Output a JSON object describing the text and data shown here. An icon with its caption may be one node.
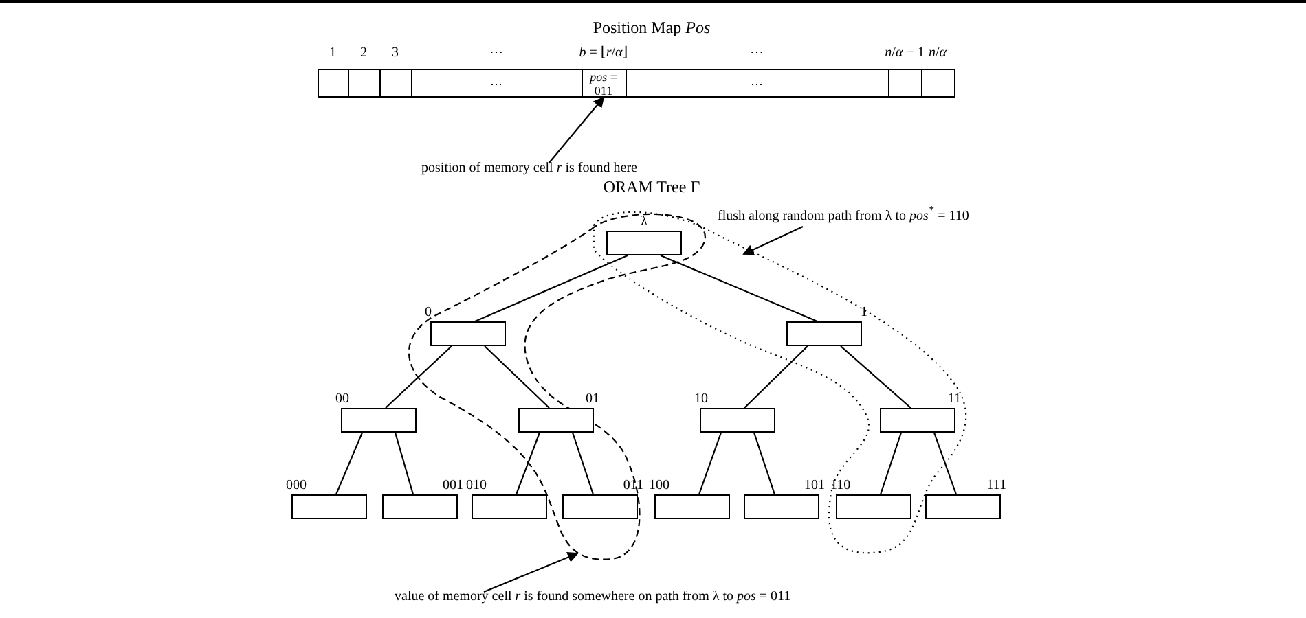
{
  "diagram": {
    "nodes": [
      {
        "text": [
          "1"
        ]
      },
      {
        "text": [
          "2"
        ]
      },
      {
        "text": [
          "3"
        ]
      },
      {
        "text": [
          "⋯",
          "⋯"
        ]
      },
      {
        "text": [
          "*b* = ⌊*r*/*α*⌋",
          "*pos* = 011"
        ]
      },
      {
        "text": [
          "⋯",
          "⋯"
        ]
      },
      {
        "text": [
          "*n*/*α* − 1"
        ]
      },
      {
        "text": [
          "*n*/*α*"
        ]
      },
      {
        "text": [
          "position of memory cell *r* is found here"
        ]
      },
      {
        "text": [
          "λ"
        ]
      },
      {
        "text": [
          "0"
        ]
      },
      {
        "text": [
          "1"
        ]
      },
      {
        "text": [
          "00"
        ]
      },
      {
        "text": [
          "01"
        ]
      },
      {
        "text": [
          "10"
        ]
      },
      {
        "text": [
          "11"
        ]
      },
      {
        "text": [
          "000"
        ]
      },
      {
        "text": [
          "001"
        ]
      },
      {
        "text": [
          "010"
        ]
      },
      {
        "text": [
          "011"
        ]
      },
      {
        "text": [
          "100"
        ]
      },
      {
        "text": [
          "101"
        ]
      },
      {
        "text": [
          "110"
        ]
      },
      {
        "text": [
          "111"
        ]
      },
      {
        "text": [
          "flush along random path from λ to *pos*$^{*}$ = 110"
        ]
      },
      {
        "text": [
          "value of memory cell *r* is found somewhere on path from λ to *pos* = 011"
        ]
      }
    ],
    "edges": [
      {
        "from": 8,
        "to": 4,
        "arrow": "to"
      },
      {
        "from": 9,
        "to": 10,
        "arrow": "none"
      },
      {
        "from": 9,
        "to": 11,
        "arrow": "none"
      },
      {
        "from": 10,
        "to": 12,
        "arrow": "none"
      },
      {
        "from": 10,
        "to": 13,
        "arrow": "none"
      },
      {
        "from": 11,
        "to": 14,
        "arrow": "none"
      },
      {
        "from": 11,
        "to": 15,
        "arrow": "none"
      },
      {
        "from": 12,
        "to": 16,
        "arrow": "none"
      },
      {
        "from": 12,
        "to": 17,
        "arrow": "none"
      },
      {
        "from": 13,
        "to": 18,
        "arrow": "none"
      },
      {
        "from": 13,
        "to": 19,
        "arrow": "none"
      },
      {
        "from": 14,
        "to": 20,
        "arrow": "none"
      },
      {
        "from": 14,
        "to": 21,
        "arrow": "none"
      },
      {
        "from": 15,
        "to": 22,
        "arrow": "none"
      },
      {
        "from": 15,
        "to": 23,
        "arrow": "none"
      },
      {
        "from": 24,
        "to": null,
        "arrow": "to"
      },
      {
        "from": 25,
        "to": null,
        "arrow": "to"
      }
    ],
    "labels": [
      "Position Map *Pos*",
      "ORAM Tree Γ"
    ]
  }
}
